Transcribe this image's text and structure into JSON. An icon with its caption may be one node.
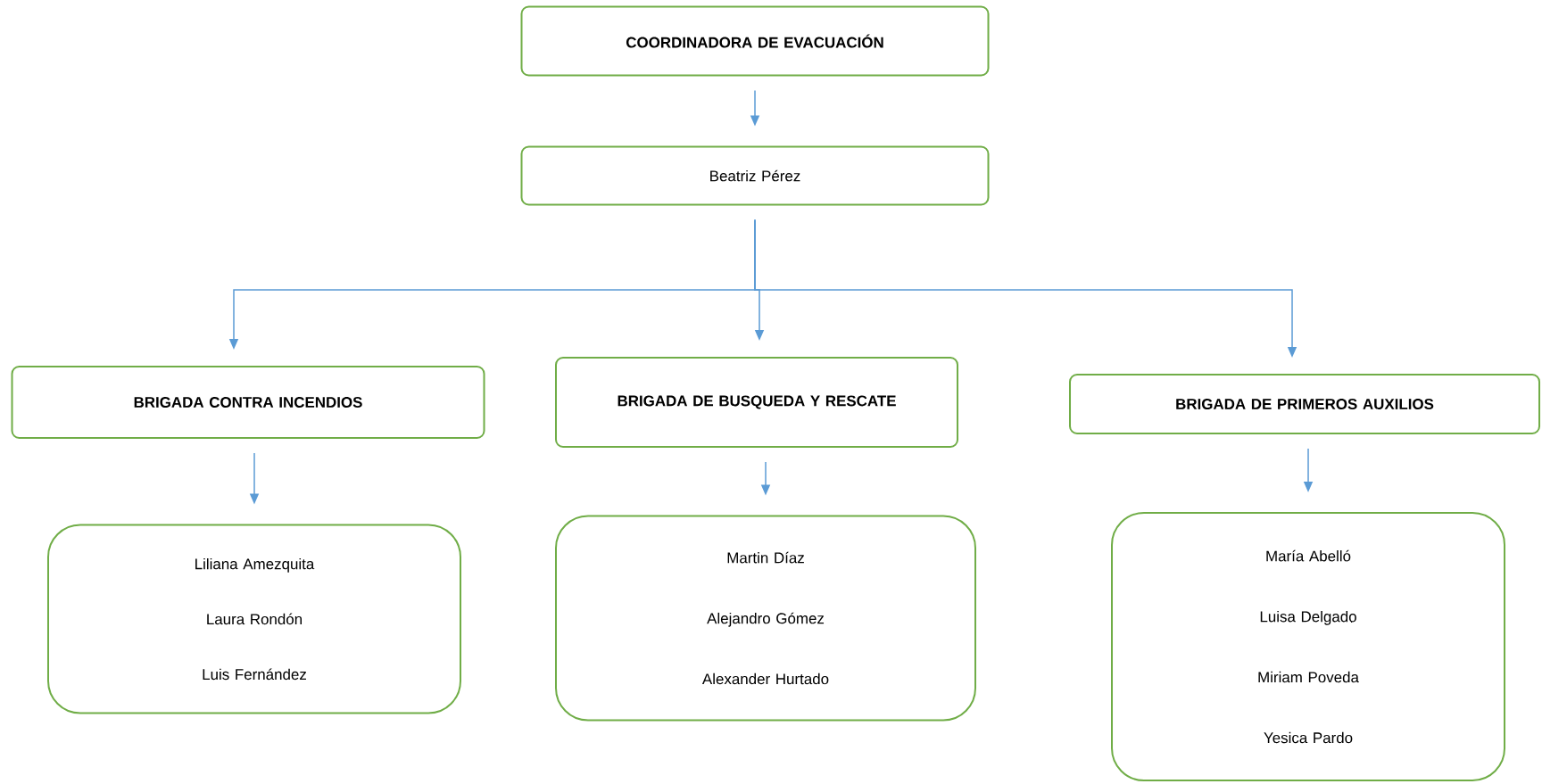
{
  "diagram": {
    "nodes": [
      {
        "text": [
          "COORDINADORA DE EVACUACIÓN"
        ]
      },
      {
        "text": [
          "Beatriz Pérez"
        ]
      },
      {
        "text": [
          "BRIGADA CONTRA INCENDIOS"
        ]
      },
      {
        "text": [
          "BRIGADA DE BUSQUEDA Y RESCATE"
        ]
      },
      {
        "text": [
          "BRIGADA DE PRIMEROS AUXILIOS"
        ]
      },
      {
        "text": [
          "Liliana Amezquita",
          "Laura Rondón",
          "Luis Fernández"
        ]
      },
      {
        "text": [
          "Martin Díaz",
          "Alejandro Gómez",
          "Alexander Hurtado"
        ]
      },
      {
        "text": [
          "María Abelló",
          "Luisa Delgado",
          "Miriam Poveda",
          "Yesica Pardo"
        ]
      }
    ],
    "edges": [
      {
        "from": 0,
        "to": 1,
        "arrow": "to"
      },
      {
        "from": 1,
        "to": 2,
        "arrow": "to"
      },
      {
        "from": 1,
        "to": 3,
        "arrow": "to"
      },
      {
        "from": 1,
        "to": 4,
        "arrow": "to"
      },
      {
        "from": 2,
        "to": 5,
        "arrow": "to"
      },
      {
        "from": 3,
        "to": 6,
        "arrow": "to"
      },
      {
        "from": 4,
        "to": 7,
        "arrow": "to"
      }
    ]
  }
}
